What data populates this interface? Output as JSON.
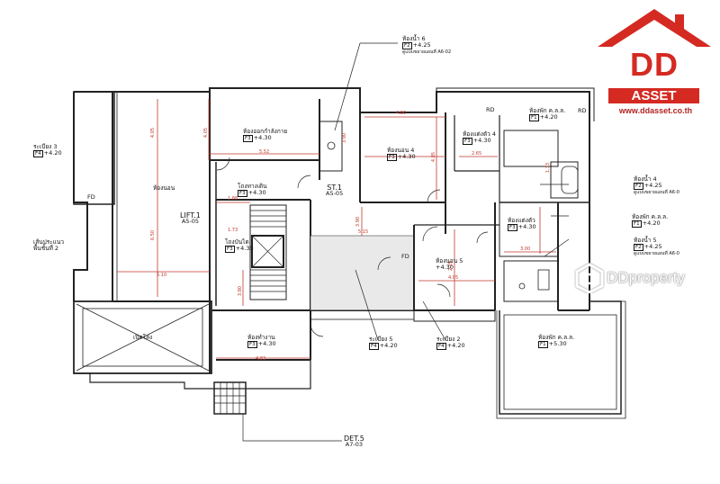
{
  "watermark": {
    "brand_top": "DD",
    "brand_bottom": "ASSET",
    "url": "www.ddasset.co.th",
    "property_site": "DDproperty"
  },
  "labels": {
    "bath6_title": "ห้องน้ำ 6",
    "bath6_tag": "F2",
    "bath6_level": "+4.25",
    "bath6_note": "ดูแบบขยายแผนที่ A6-02",
    "balcony3": "ระเบียง 3",
    "balcony3_tag": "F4",
    "balcony3_level": "+4.20",
    "study_title": "ห้องออกกำลังกาย",
    "study_tag": "F3",
    "study_level": "+4.30",
    "bed4_title": "ห้องนอน 4",
    "bed4_tag": "F3",
    "bed4_level": "+4.30",
    "dress4_title": "ห้องแต่งตัว 4",
    "dress4_tag": "F3",
    "dress4_level": "+4.30",
    "ac_room_top": "ห้องพัก ค.ล.ล.",
    "ac_room_top_tag": "F1",
    "ac_room_top_level": "+4.20",
    "master_title": "ห้องนอน",
    "hall_title": "โถงทางเดิน",
    "hall_tag": "F3",
    "hall_level": "+4.30",
    "st1": "ST.1",
    "st1_ref": "A5-05",
    "lift": "LIFT.1",
    "lift_ref": "A5-05",
    "stair_hall": "โถงบันได",
    "stair_hall_tag": "F3",
    "stair_hall_level": "+4.30",
    "dress5_title": "ห้องแต่งตัว",
    "dress5_tag": "F3",
    "dress5_level": "+4.30",
    "bath4_title": "ห้องน้ำ 4",
    "bath4_tag": "F2",
    "bath4_level": "+4.25",
    "bath4_note": "ดูแบบขยายแผนที่ A6-0",
    "ac_room_mid": "ห้องพัก ค.ล.ล.",
    "ac_room_mid_tag": "F1",
    "ac_room_mid_level": "+4.20",
    "bath5_title": "ห้องน้ำ 5",
    "bath5_tag": "F2",
    "bath5_level": "+4.25",
    "bath5_note": "ดูแบบขยายแผนที่ A6-0",
    "floor_line": "เส้นประแนว",
    "floor_line2": "พื้นชั้นที่ 2",
    "bed5_title": "ห้องนอน 5",
    "bed5_level": "+4.30",
    "work_title": "ห้องทำงาน",
    "work_tag": "F3",
    "work_level": "+4.30",
    "void": "เปิดโล่ง",
    "balcony5": "ระเบียง 5",
    "balcony5_tag": "F4",
    "balcony5_level": "+4.20",
    "balcony2": "ระเบียง 2",
    "balcony2_tag": "F4",
    "balcony2_level": "+4.20",
    "ac_room_bottom": "ห้องพัก ค.ล.ล.",
    "ac_room_bottom_tag": "F1",
    "ac_room_bottom_level": "+5.30",
    "det5": "DET.5",
    "det5_ref": "A7-03",
    "fd": "FD",
    "rd": "RD"
  },
  "dimensions": {
    "d1": "4.05",
    "d2": "4.05",
    "d3": "5.52",
    "d4": "4.80",
    "d5": "3.90",
    "d6": "6.50",
    "d7": "5.10",
    "d8": "1.88",
    "d9": "1.73",
    "d10": "2.65",
    "d11": "4.85",
    "d12": "4.05",
    "d13": "3.90",
    "d14": "5.15",
    "d15": "3.00",
    "d16": "2.25",
    "d17": "4.83",
    "d18": "3.80",
    "d19": "1.33"
  }
}
